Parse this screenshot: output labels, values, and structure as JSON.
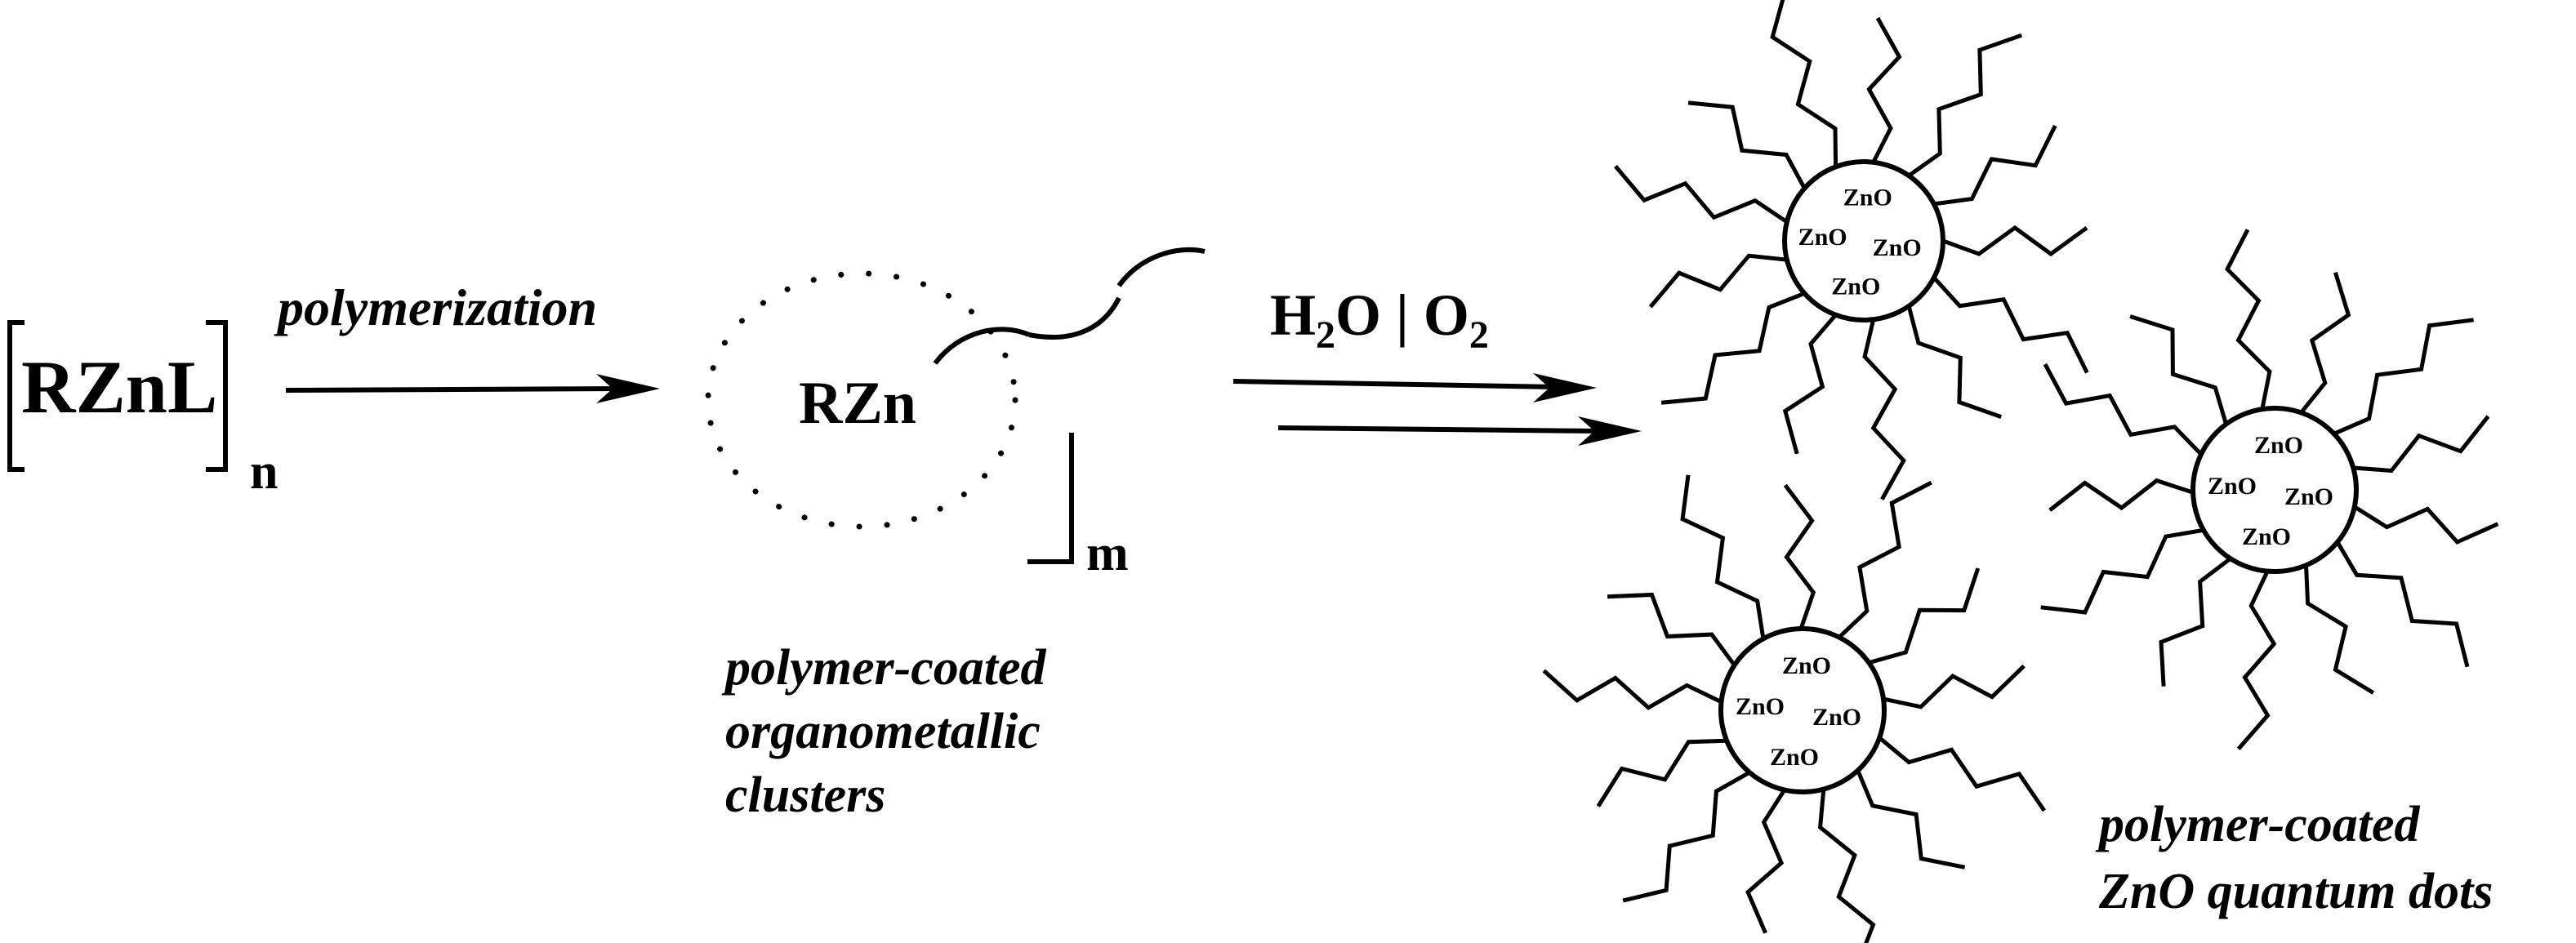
{
  "reactant": {
    "label": "RZnL",
    "subscript": "n"
  },
  "step1": {
    "label": "polymerization"
  },
  "intermediate": {
    "label": "RZn",
    "subscript": "m",
    "caption": [
      "polymer-coated",
      "organometallic",
      "clusters"
    ]
  },
  "step2": {
    "reagent_h": "H",
    "reagent_h_sub": "2",
    "reagent_mid": "O | O",
    "reagent_o_sub": "2"
  },
  "product": {
    "core_labels": [
      "ZnO",
      "ZnO",
      "ZnO",
      "ZnO"
    ],
    "caption": [
      "polymer-coated",
      "ZnO quantum dots"
    ]
  },
  "colors": {
    "ink": "#000000",
    "background": "#ffffff"
  }
}
